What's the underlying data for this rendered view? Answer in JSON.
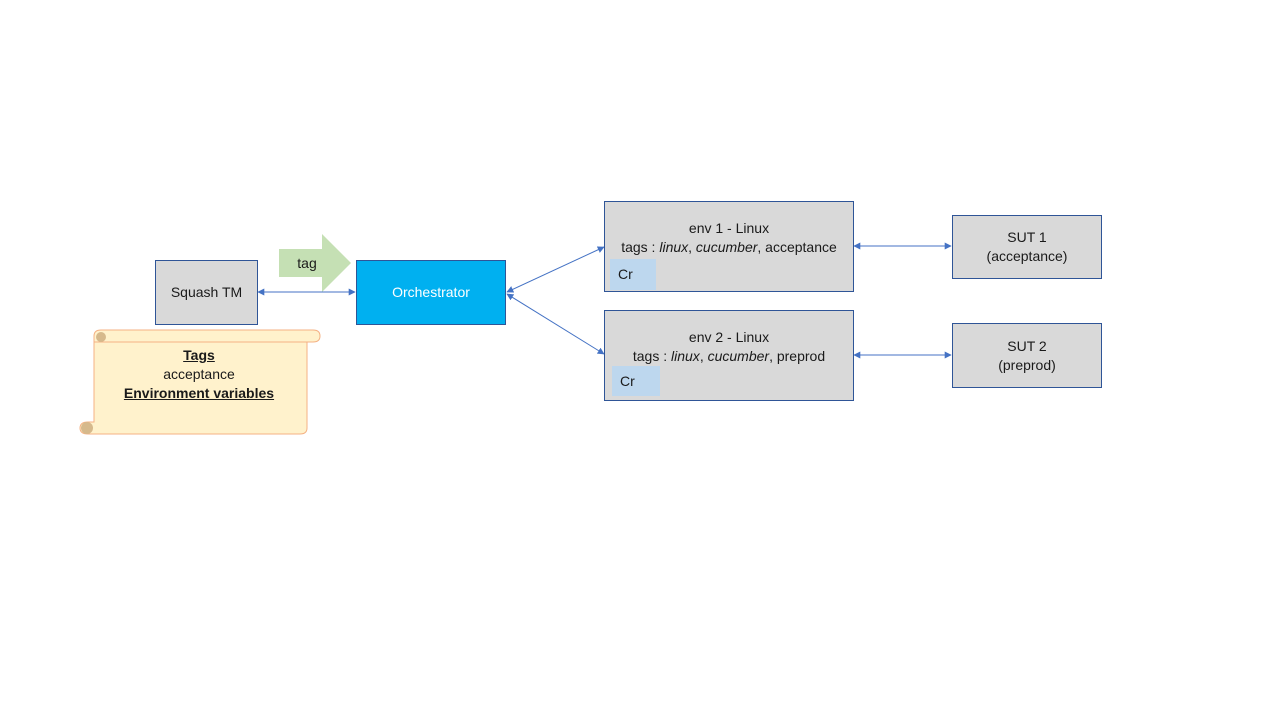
{
  "squash": {
    "label": "Squash TM"
  },
  "orchestrator": {
    "label": "Orchestrator"
  },
  "tag_arrow": {
    "label": "tag"
  },
  "scroll": {
    "tags_heading": "Tags",
    "tags_value": "acceptance",
    "env_vars_heading": "Environment variables"
  },
  "env1": {
    "title": "env 1 - Linux",
    "tags_prefix": "tags : ",
    "tag_a": "linux",
    "sep1": ", ",
    "tag_b": "cucumber",
    "sep2": ", ",
    "tag_c": "acceptance",
    "cr": "Cr"
  },
  "env2": {
    "title": "env 2 - Linux",
    "tags_prefix": "tags : ",
    "tag_a": "linux",
    "sep1": ", ",
    "tag_b": "cucumber",
    "sep2": ", ",
    "tag_c": "preprod",
    "cr": "Cr"
  },
  "sut1": {
    "line1": "SUT 1",
    "line2": "(acceptance)"
  },
  "sut2": {
    "line1": "SUT 2",
    "line2": "(preprod)"
  },
  "colors": {
    "box_fill": "#d9d9d9",
    "box_border": "#2f5597",
    "orchestrator_fill": "#00b0f0",
    "cr_fill": "#bdd7ee",
    "tag_arrow_fill": "#c5e0b4",
    "scroll_fill": "#fff2cc",
    "scroll_border": "#f4b183",
    "connector": "#4472c4"
  }
}
